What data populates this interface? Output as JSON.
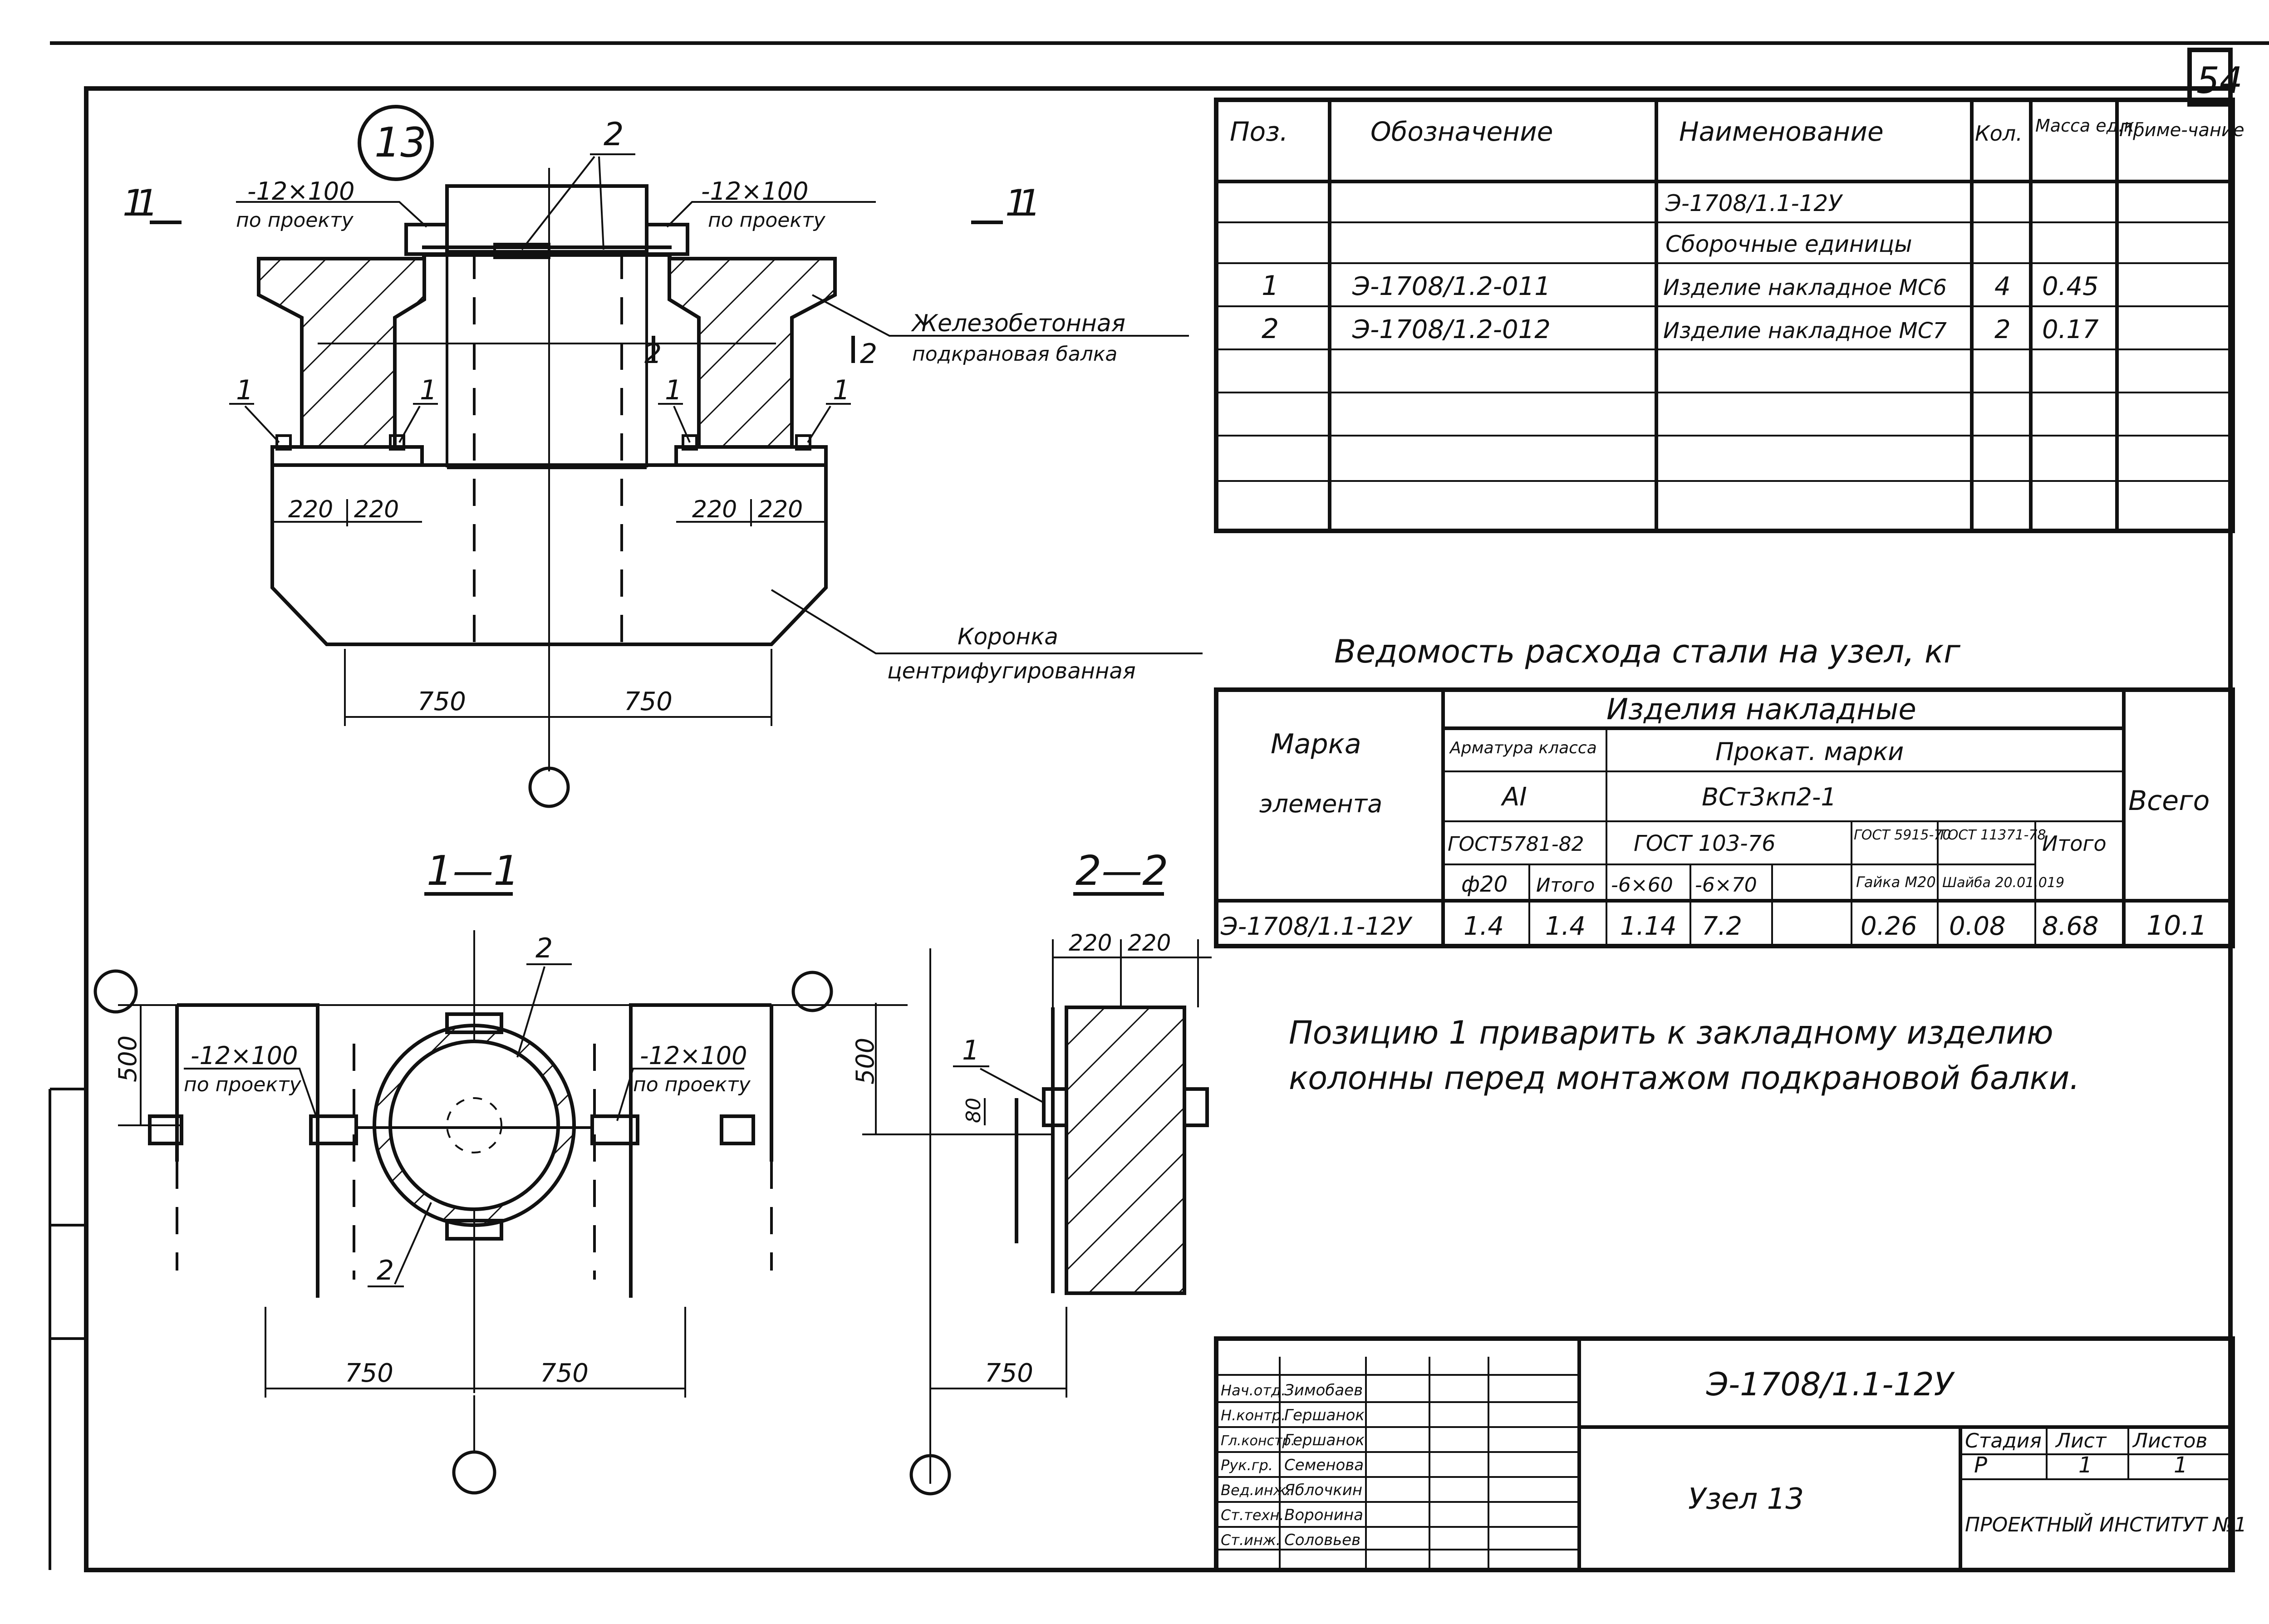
{
  "sheet_number": "54",
  "node_number": "13",
  "plan": {
    "section_mark": "1",
    "section_mark_2": "2",
    "plate_left": "-12×100",
    "plate_left_note": "по проекту",
    "plate_right": "-12×100",
    "plate_right_note": "по проекту",
    "pos_2": "2",
    "pos_1a": "1",
    "pos_1b": "1",
    "pos_1c": "1",
    "pos_1d": "1",
    "dim_220_a": "220",
    "dim_220_b": "220",
    "dim_220_c": "220",
    "dim_220_d": "220",
    "dim_750_a": "750",
    "dim_750_b": "750",
    "beam_label_1": "Железобетонная",
    "beam_label_2": "подкрановая балка",
    "crown_label_1": "Коронка",
    "crown_label_2": "центрифугированная"
  },
  "section_11": {
    "title": "1—1",
    "pos_2_top": "2",
    "pos_2_bottom": "2",
    "plate_left": "-12×100",
    "plate_left_note": "по проекту",
    "plate_right": "-12×100",
    "plate_right_note": "по проекту",
    "dim_500": "500",
    "dim_750_a": "750",
    "dim_750_b": "750"
  },
  "section_22": {
    "title": "2—2",
    "dim_220_a": "220",
    "dim_220_b": "220",
    "dim_500": "500",
    "dim_80": "80",
    "pos_1": "1",
    "dim_750": "750"
  },
  "spec_table": {
    "headers": [
      "Поз.",
      "Обозначение",
      "Наименование",
      "Кол.",
      "Масса ед.кг",
      "Приме-чание"
    ],
    "rows": [
      {
        "pos": "",
        "designation": "",
        "name": "Э-1708/1.1-12У",
        "qty": "",
        "mass": "",
        "note": ""
      },
      {
        "pos": "",
        "designation": "",
        "name": "Сборочные единицы",
        "qty": "",
        "mass": "",
        "note": ""
      },
      {
        "pos": "1",
        "designation": "Э-1708/1.2-011",
        "name": "Изделие накладное МС6",
        "qty": "4",
        "mass": "0.45",
        "note": ""
      },
      {
        "pos": "2",
        "designation": "Э-1708/1.2-012",
        "name": "Изделие накладное МС7",
        "qty": "2",
        "mass": "0.17",
        "note": ""
      },
      {
        "pos": "",
        "designation": "",
        "name": "",
        "qty": "",
        "mass": "",
        "note": ""
      },
      {
        "pos": "",
        "designation": "",
        "name": "",
        "qty": "",
        "mass": "",
        "note": ""
      },
      {
        "pos": "",
        "designation": "",
        "name": "",
        "qty": "",
        "mass": "",
        "note": ""
      },
      {
        "pos": "",
        "designation": "",
        "name": "",
        "qty": "",
        "mass": "",
        "note": ""
      }
    ]
  },
  "steel_table": {
    "title": "Ведомость расхода стали на узел, кг",
    "col_mark_1": "Марка",
    "col_mark_2": "элемента",
    "group": "Изделия накладные",
    "rebar_class": "Арматура класса",
    "rebar_grade": "AI",
    "rebar_gost": "ГОСТ5781-82",
    "rebar_dia": "ф20",
    "rebar_total": "Итого",
    "rolled": "Прокат. марки",
    "rolled_grade": "ВСт3кп2-1",
    "rolled_gost": "ГОСТ 103-76",
    "rolled_60": "-6×60",
    "rolled_70": "-6×70",
    "gost_nut": "ГОСТ 5915-70",
    "nut": "Гайка М20",
    "gost_washer": "ГОСТ 11371-78",
    "washer": "Шайба 20.01.019",
    "total": "Итого",
    "grand_total": "Всего",
    "row": {
      "mark": "Э-1708/1.1-12У",
      "dia20": "1.4",
      "rebar_total": "1.4",
      "p60": "1.14",
      "p70": "7.2",
      "blank": "",
      "nut": "0.26",
      "washer": "0.08",
      "total": "8.68",
      "grand": "10.1"
    }
  },
  "note": {
    "line1": "Позицию 1 приварить к закладному изделию",
    "line2": "колонны перед монтажом подкрановой балки."
  },
  "title_block": {
    "code": "Э-1708/1.1-12У",
    "name": "Узел 13",
    "stage_label": "Стадия",
    "sheet_label": "Лист",
    "sheets_label": "Листов",
    "stage": "Р",
    "sheet": "1",
    "sheets": "1",
    "org": "ПРОЕКТНЫЙ ИНСТИТУТ №1",
    "staff": [
      {
        "role": "Нач.отд.",
        "name": "Зимобаев"
      },
      {
        "role": "Н.контр.",
        "name": "Гершанок"
      },
      {
        "role": "Гл.констр.",
        "name": "Гершанок"
      },
      {
        "role": "Рук.гр.",
        "name": "Семенова"
      },
      {
        "role": "Вед.инж.",
        "name": "Яблочкин"
      },
      {
        "role": "Ст.техн.",
        "name": "Воронина"
      },
      {
        "role": "Ст.инж.",
        "name": "Соловьев"
      }
    ]
  }
}
